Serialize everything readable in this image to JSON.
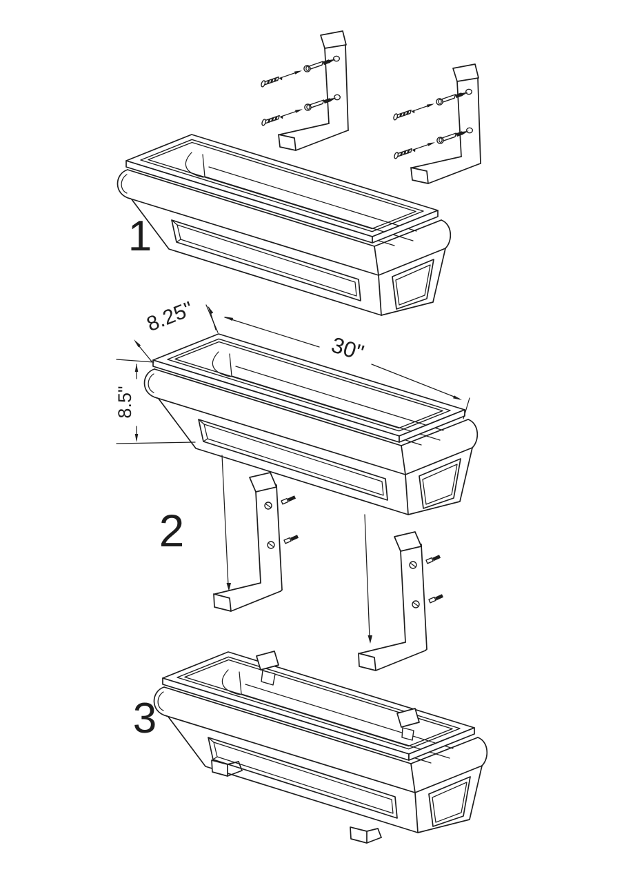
{
  "figure": {
    "steps": [
      {
        "label": "1"
      },
      {
        "label": "2"
      },
      {
        "label": "3"
      }
    ],
    "dimensions": {
      "depth_label": "8.25\"",
      "length_label": "30\"",
      "height_label": "8.5\""
    }
  },
  "colors": {
    "line": "#1d1d1d",
    "background": "#ffffff"
  }
}
